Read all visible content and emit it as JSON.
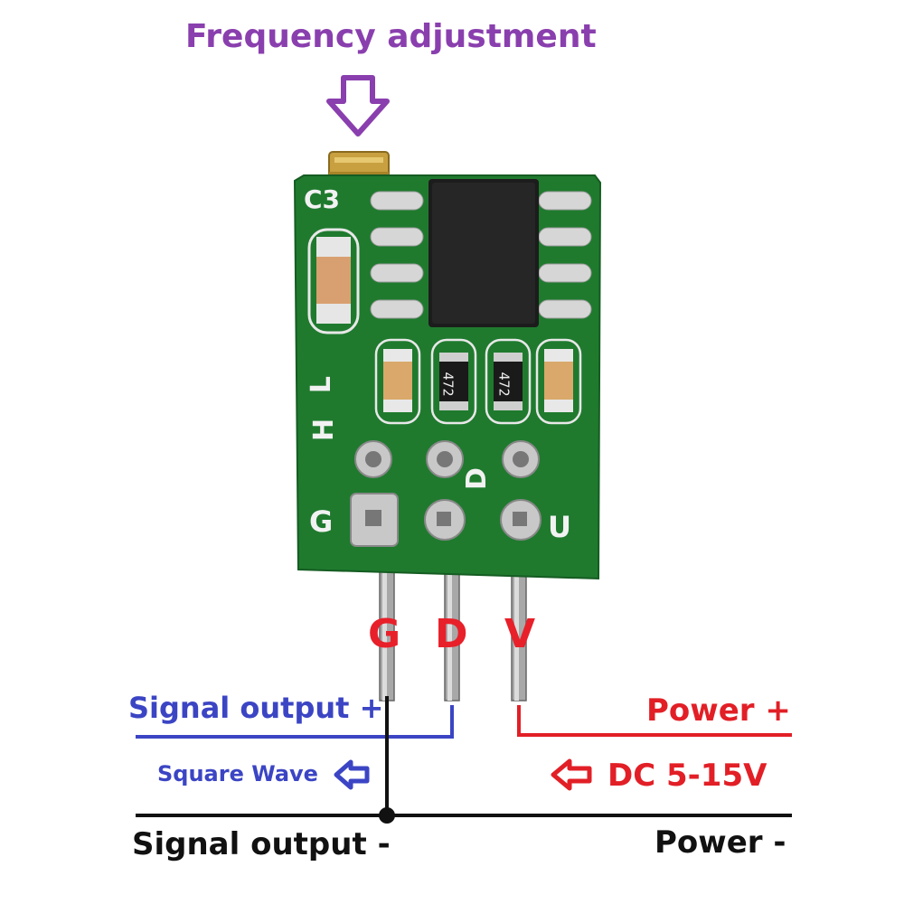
{
  "title": "Frequency adjustment",
  "pins": {
    "g": "G",
    "d": "D",
    "v": "V"
  },
  "silkscreen": {
    "c3": "C3",
    "l": "L",
    "h": "H",
    "g": "G",
    "d": "D",
    "u": "U"
  },
  "resistors": {
    "r1": "472",
    "r2": "472"
  },
  "labels": {
    "signal_output_plus": "Signal output +",
    "square_wave": "Square Wave",
    "power_plus": "Power +",
    "dc_range": "DC 5-15V",
    "signal_output_minus": "Signal output -",
    "power_minus": "Power -"
  },
  "colors": {
    "title": "#8a3fae",
    "signal": "#3b45c4",
    "power": "#e21f26",
    "ground": "#111111",
    "pcb": "#1f7a2e"
  }
}
